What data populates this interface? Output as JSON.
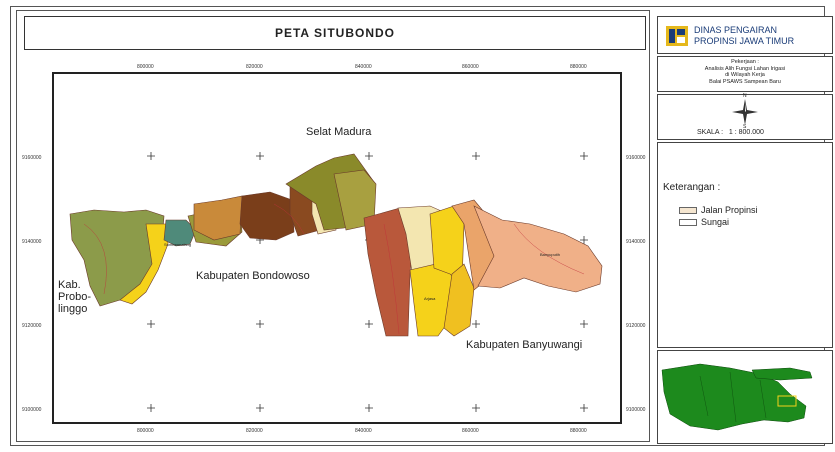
{
  "map": {
    "title": "PETA SITUBONDO",
    "labels": {
      "sea": "Selat Madura",
      "west_region_line1": "Kab.",
      "west_region_line2": "Probo-",
      "west_region_line3": "linggo",
      "south_region": "Kabupaten Bondowoso",
      "east_region": "Kabupaten Banyuwangi"
    },
    "top_ticks": [
      "800000",
      "820000",
      "840000",
      "860000",
      "880000"
    ],
    "bottom_ticks": [
      "800000",
      "820000",
      "840000",
      "860000",
      "880000"
    ],
    "left_ticks": [
      "9160000",
      "9140000",
      "9120000",
      "9100000"
    ],
    "right_ticks": [
      "9160000",
      "9140000",
      "9120000",
      "9100000"
    ],
    "district_labels": [
      "Banyuputih",
      "Arjasa",
      "Sumbermalang"
    ],
    "region_colors": {
      "sea": "#ffffff",
      "green": "#1d8a1d",
      "olive": "#8c9b4a",
      "yellow": "#f5d21a",
      "brown": "#7a3e1a",
      "rust": "#b9583b",
      "salmon": "#f0b088",
      "cream": "#f3e6b0"
    }
  },
  "sidebar": {
    "agency": {
      "line1": "DINAS PENGAIRAN",
      "line2": "PROPINSI JAWA TIMUR"
    },
    "project": {
      "line1": "Pekerjaan :",
      "line2": "Analisis Alih Fungsi Lahan Irigasi",
      "line3": "di Wilayah Kerja",
      "line4": "Balai PSAWS Sampean Baru"
    },
    "compass": {
      "north": "N",
      "south": "S",
      "scale": "SKALA :   1 : 800.000"
    },
    "legend": {
      "title": "Keterangan :",
      "items": [
        {
          "label": "Jalan Propinsi"
        },
        {
          "label": "Sungai"
        }
      ]
    }
  }
}
